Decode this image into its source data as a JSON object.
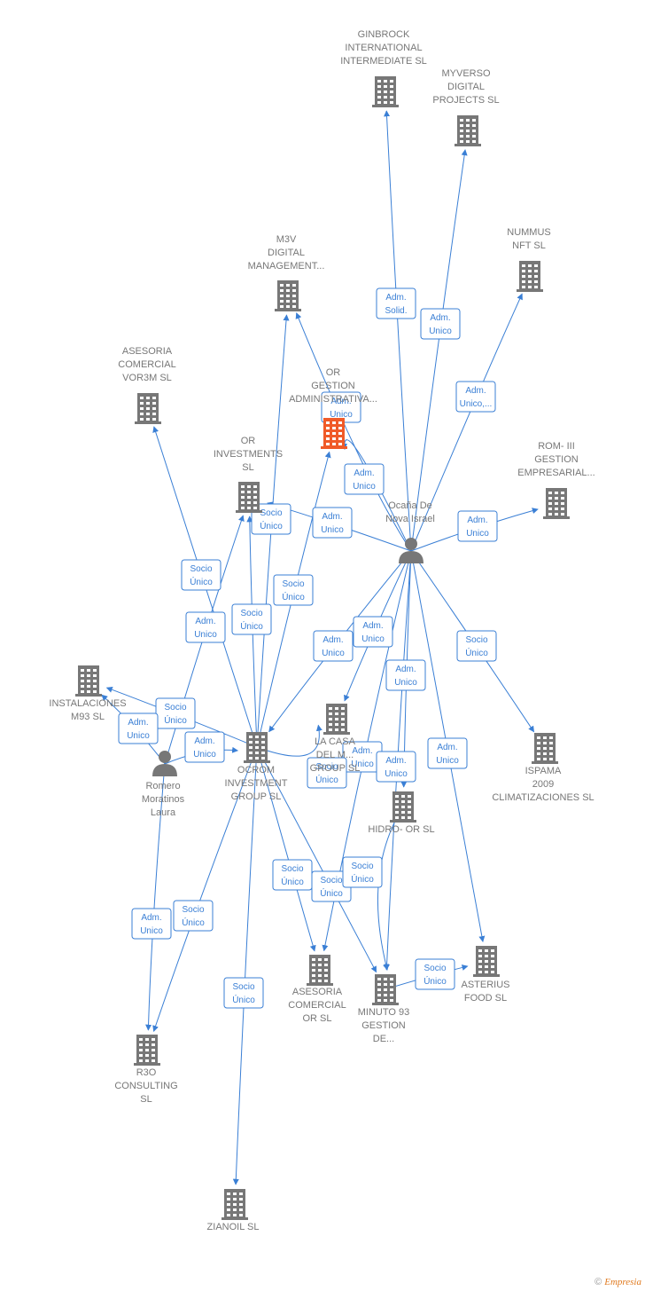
{
  "nodes": [
    {
      "id": "ginbrock",
      "type": "company",
      "label": [
        "GINBROCK",
        "INTERNATIONAL",
        "INTERMEDIATE SL"
      ]
    },
    {
      "id": "myverso",
      "type": "company",
      "label": [
        "MYVERSO",
        "DIGITAL",
        "PROJECTS  SL"
      ]
    },
    {
      "id": "nummus",
      "type": "company",
      "label": [
        "NUMMUS",
        "NFT  SL"
      ]
    },
    {
      "id": "m3v",
      "type": "company",
      "label": [
        "M3V",
        "DIGITAL",
        "MANAGEMENT..."
      ]
    },
    {
      "id": "asesoria_vor3m",
      "type": "company",
      "label": [
        "ASESORIA",
        "COMERCIAL",
        "VOR3M  SL"
      ]
    },
    {
      "id": "or_gestion",
      "type": "company_main",
      "label": [
        "OR",
        "GESTION",
        "ADMINISTRATIVA..."
      ]
    },
    {
      "id": "or_investments",
      "type": "company",
      "label": [
        "OR",
        "INVESTMENTS",
        "SL"
      ]
    },
    {
      "id": "rom3",
      "type": "company",
      "label": [
        "ROM- III",
        "GESTION",
        "EMPRESARIAL..."
      ]
    },
    {
      "id": "ocana",
      "type": "person",
      "label": [
        "Ocaña De",
        "Nova Israel"
      ]
    },
    {
      "id": "instalaciones",
      "type": "company",
      "label": [
        "INSTALACIONES",
        "M93  SL"
      ]
    },
    {
      "id": "romero",
      "type": "person",
      "label": [
        "Romero",
        "Moratinos",
        "Laura"
      ]
    },
    {
      "id": "ocrom",
      "type": "company",
      "label": [
        "OCROM",
        "INVESTMENT",
        "GROUP  SL"
      ]
    },
    {
      "id": "la_casa",
      "type": "company",
      "label": [
        "LA CASA",
        "DEL M...",
        "GROUP  SL"
      ]
    },
    {
      "id": "ispama",
      "type": "company",
      "label": [
        "ISPAMA",
        "2009",
        "CLIMATIZACIONES SL"
      ]
    },
    {
      "id": "hidro",
      "type": "company",
      "label": [
        "HIDRO- OR  SL"
      ]
    },
    {
      "id": "asesoria_or",
      "type": "company",
      "label": [
        "ASESORIA",
        "COMERCIAL",
        "OR  SL"
      ]
    },
    {
      "id": "minuto93",
      "type": "company",
      "label": [
        "MINUTO 93",
        "GESTION",
        "DE..."
      ]
    },
    {
      "id": "asterius",
      "type": "company",
      "label": [
        "ASTERIUS",
        "FOOD  SL"
      ]
    },
    {
      "id": "r3o",
      "type": "company",
      "label": [
        "R3O",
        "CONSULTING",
        "SL"
      ]
    },
    {
      "id": "zianoil",
      "type": "company",
      "label": [
        "ZIANOIL  SL"
      ]
    }
  ],
  "edges": [
    {
      "from": "ocana",
      "to": "ginbrock",
      "label": [
        "Adm.",
        "Solid."
      ]
    },
    {
      "from": "ocana",
      "to": "myverso",
      "label": [
        "Adm.",
        "Unico"
      ]
    },
    {
      "from": "ocana",
      "to": "nummus",
      "label": [
        "Adm.",
        "Unico,..."
      ]
    },
    {
      "from": "ocana",
      "to": "or_gestion",
      "label": [
        "Adm.",
        "Unico"
      ]
    },
    {
      "from": "ocana",
      "to": "m3v",
      "label": [
        "Adm.",
        "Unico"
      ]
    },
    {
      "from": "ocana",
      "to": "or_investments",
      "label": [
        "Adm.",
        "Unico"
      ]
    },
    {
      "from": "ocana",
      "to": "rom3",
      "label": [
        "Adm.",
        "Unico"
      ]
    },
    {
      "from": "ocana",
      "to": "ocrom",
      "label": [
        "Adm.",
        "Unico"
      ]
    },
    {
      "from": "ocana",
      "to": "la_casa",
      "label": [
        "Adm.",
        "Unico"
      ]
    },
    {
      "from": "ocana",
      "to": "ispama",
      "label": [
        "Socio",
        "Único"
      ]
    },
    {
      "from": "ocana",
      "to": "hidro",
      "label": [
        "Adm.",
        "Unico"
      ]
    },
    {
      "from": "ocana",
      "to": "asterius",
      "label": [
        "Adm.",
        "Unico"
      ]
    },
    {
      "from": "ocana",
      "to": "asesoria_or",
      "label": [
        "Adm.",
        "Unico"
      ]
    },
    {
      "from": "ocana",
      "to": "minuto93",
      "label": [
        "Adm.",
        "Unico"
      ]
    },
    {
      "from": "ocrom",
      "to": "m3v",
      "label": [
        "Socio",
        "Único"
      ]
    },
    {
      "from": "ocrom",
      "to": "or_gestion",
      "label": [
        "Socio",
        "Único"
      ]
    },
    {
      "from": "ocrom",
      "to": "or_investments",
      "label": [
        "Socio",
        "Único"
      ]
    },
    {
      "from": "ocrom",
      "to": "asesoria_vor3m",
      "label": [
        "Socio",
        "Único"
      ]
    },
    {
      "from": "ocrom",
      "to": "instalaciones",
      "label": [
        "Socio",
        "Único"
      ]
    },
    {
      "from": "ocrom",
      "to": "la_casa",
      "label": [
        "Socio",
        "Único"
      ]
    },
    {
      "from": "ocrom",
      "to": "asesoria_or",
      "label": [
        "Socio",
        "Único"
      ]
    },
    {
      "from": "ocrom",
      "to": "minuto93",
      "label": [
        "Socio",
        "Único"
      ]
    },
    {
      "from": "ocrom",
      "to": "r3o",
      "label": [
        "Socio",
        "Único"
      ]
    },
    {
      "from": "ocrom",
      "to": "zianoil",
      "label": [
        "Socio",
        "Único"
      ]
    },
    {
      "from": "romero",
      "to": "or_investments",
      "label": [
        "Adm.",
        "Unico"
      ]
    },
    {
      "from": "romero",
      "to": "instalaciones",
      "label": [
        "Adm.",
        "Unico"
      ]
    },
    {
      "from": "romero",
      "to": "ocrom",
      "label": [
        "Adm.",
        "Unico"
      ]
    },
    {
      "from": "romero",
      "to": "r3o",
      "label": [
        "Adm.",
        "Unico"
      ]
    },
    {
      "from": "hidro",
      "to": "minuto93",
      "label": [
        "Socio",
        "Único"
      ]
    },
    {
      "from": "minuto93",
      "to": "asterius",
      "label": [
        "Socio",
        "Único"
      ]
    }
  ],
  "footer": {
    "copyright": "©",
    "brand": "Empresia"
  },
  "colors": {
    "edge": "#3a7fd5",
    "node": "#777777",
    "main": "#f05a28"
  }
}
